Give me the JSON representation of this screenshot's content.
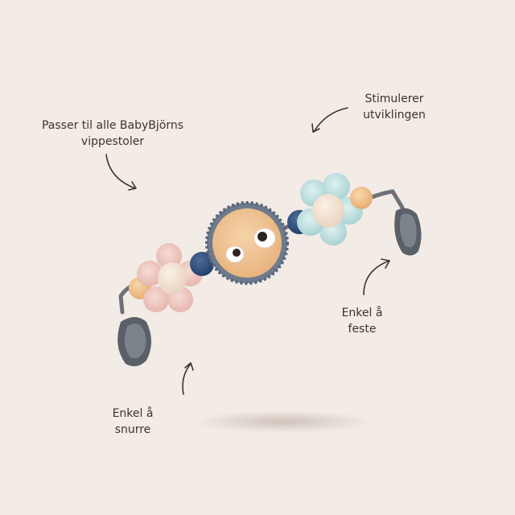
{
  "labels": {
    "top_left": {
      "line1": "Passer til alle BabyBjörns",
      "line2": "vippestoler"
    },
    "top_right": {
      "line1": "Stimulerer",
      "line2": "utviklingen"
    },
    "right": {
      "line1": "Enkel å",
      "line2": "feste"
    },
    "bottom_left": {
      "line1": "Enkel å",
      "line2": "snurre"
    }
  },
  "colors": {
    "background": "#f2ebe6",
    "text": "#3a3330",
    "clip": "#5a6068",
    "pink_flower": "#efc9c3",
    "mint_flower": "#bfe0e0",
    "bead_blue": "#2f4f7a",
    "bead_peach": "#f2c48e",
    "center_disc": "#f1c496",
    "disc_rim": "#6e7b8c"
  }
}
